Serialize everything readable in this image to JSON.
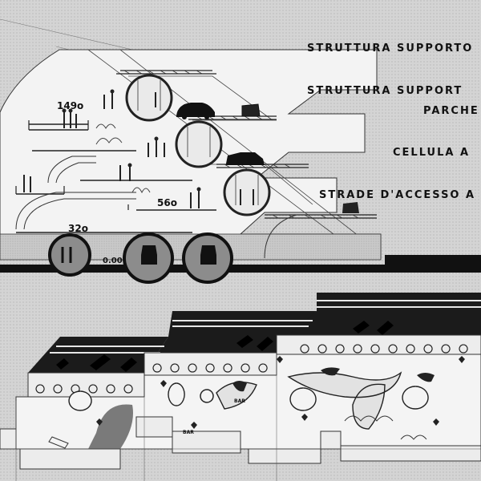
{
  "labels": {
    "l1": "STRUTTURA SUPPORTO",
    "l2": "STRUTTURA SUPPORT",
    "l3": "PARCHE",
    "l4": "CELLULA A",
    "l5": "STRADE D'ACCESSO A"
  },
  "levels": {
    "v149": "149o",
    "v560": "56o",
    "v320": "32o",
    "v000": "0.00"
  },
  "plan_tags": {
    "bar1": "BAR",
    "bar2": "BAR"
  }
}
